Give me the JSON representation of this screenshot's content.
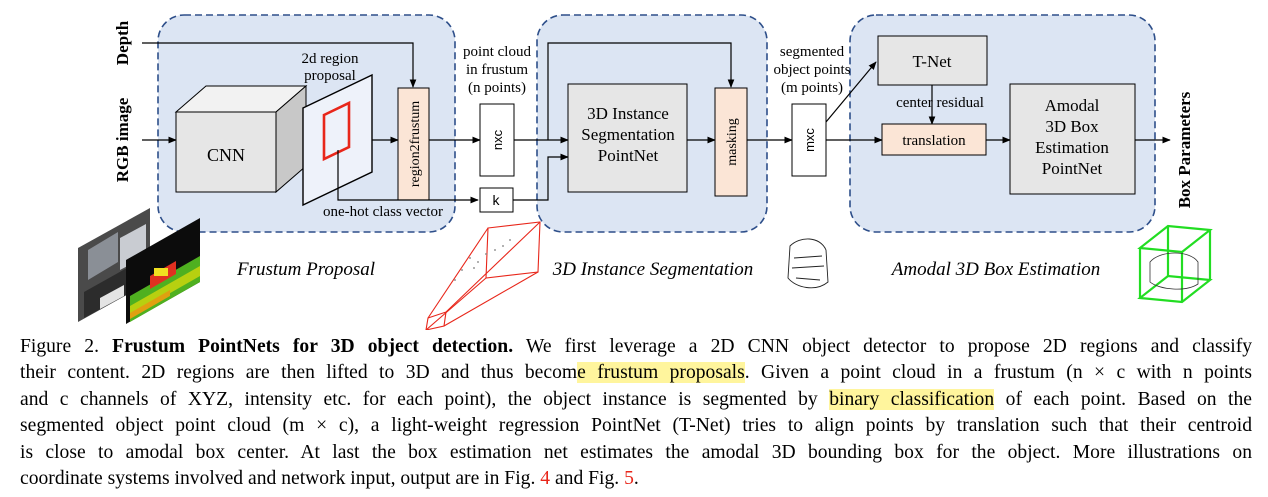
{
  "inputs": {
    "depth": "Depth",
    "rgb": "RGB image"
  },
  "stages": {
    "frustum_proposal": "Frustum Proposal",
    "instance_segmentation": "3D Instance Segmentation",
    "amodal_box_estimation": "Amodal 3D Box Estimation"
  },
  "blocks": {
    "cnn": "CNN",
    "region_proposal": [
      "2d region",
      "proposal"
    ],
    "region2frustum": "region2frustum",
    "nxc": "nxc",
    "k": "k",
    "seg_net": [
      "3D Instance",
      "Segmentation",
      "PointNet"
    ],
    "masking": "masking",
    "mxc": "mxc",
    "tnet": "T-Net",
    "translation": "translation",
    "box_net": [
      "Amodal",
      "3D Box",
      "Estimation",
      "PointNet"
    ]
  },
  "labels": {
    "point_cloud": [
      "point cloud",
      "in frustum",
      "(n points)"
    ],
    "segmented": [
      "segmented",
      "object points",
      "(m points)"
    ],
    "center_residual": "center residual",
    "one_hot": "one-hot class vector",
    "box_params": "Box Parameters"
  },
  "colors": {
    "stage_fill": "#dce5f3",
    "stage_border": "#2e4f8a",
    "gray_block": "#e6e6e6",
    "peach_block": "#fbe5d6",
    "proposal_red": "#e8261a",
    "box_green": "#22dd22",
    "highlight": "#fff59d"
  },
  "caption": {
    "figure_label": "Figure 2.",
    "bold_title": "Frustum PointNets for 3D object detection.",
    "line1_rest": "We first leverage a 2D CNN object detector to propose 2D regions and classify",
    "line2_pre": "their content. 2D regions are then lifted to 3D and thus becom",
    "line2_hl": "e frustum proposals",
    "line2_post": ". Given a point cloud in a frustum (n × c with n points",
    "line3_pre": "and c channels of XYZ, intensity etc. for each point), the object instance is segmented by",
    "line3_hl": "binary classification",
    "line3_post": "of each point. Based on the",
    "line4": "segmented object point cloud (m × c), a light-weight regression PointNet (T-Net) tries to align points by translation such that their centroid",
    "line5": "is close to amodal box center. At last the box estimation net estimates the amodal 3D bounding box for the object. More illustrations on",
    "line6_pre": "coordinate systems involved and network input, output are in Fig.",
    "ref1": "4",
    "line6_mid": "and Fig.",
    "ref2": "5",
    "line6_end": "."
  }
}
